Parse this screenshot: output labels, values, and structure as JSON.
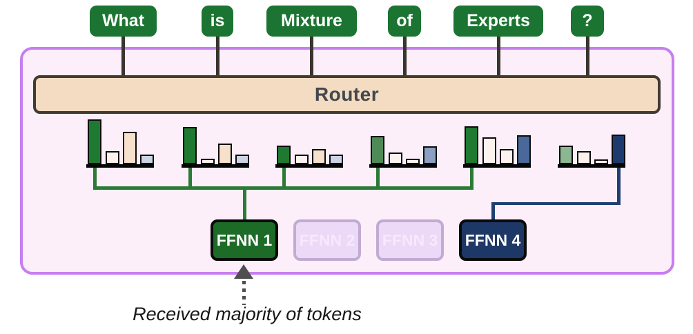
{
  "tokens": [
    {
      "label": "What"
    },
    {
      "label": "is"
    },
    {
      "label": "Mixture"
    },
    {
      "label": "of"
    },
    {
      "label": "Experts"
    },
    {
      "label": "?"
    }
  ],
  "router": {
    "label": "Router"
  },
  "router_distributions": [
    {
      "token": "What",
      "routes_to": "FFNN 1",
      "connector_color": "green",
      "drop_bar": 0,
      "bars": [
        {
          "expert": "FFNN 1",
          "value": 1.0,
          "color": "green_dark"
        },
        {
          "expert": "FFNN 2",
          "value": 0.29,
          "color": "cream"
        },
        {
          "expert": "FFNN 3",
          "value": 0.72,
          "color": "peach"
        },
        {
          "expert": "FFNN 4",
          "value": 0.21,
          "color": "blue_light"
        }
      ]
    },
    {
      "token": "is",
      "routes_to": "FFNN 1",
      "connector_color": "green",
      "drop_bar": 0,
      "bars": [
        {
          "expert": "FFNN 1",
          "value": 0.83,
          "color": "green_dark"
        },
        {
          "expert": "FFNN 2",
          "value": 0.12,
          "color": "cream"
        },
        {
          "expert": "FFNN 3",
          "value": 0.46,
          "color": "peach"
        },
        {
          "expert": "FFNN 4",
          "value": 0.22,
          "color": "blue_light"
        }
      ]
    },
    {
      "token": "Mixture",
      "routes_to": "FFNN 1",
      "connector_color": "green",
      "drop_bar": 0,
      "bars": [
        {
          "expert": "FFNN 1",
          "value": 0.42,
          "color": "green_dark"
        },
        {
          "expert": "FFNN 2",
          "value": 0.21,
          "color": "cream"
        },
        {
          "expert": "FFNN 3",
          "value": 0.34,
          "color": "peach"
        },
        {
          "expert": "FFNN 4",
          "value": 0.21,
          "color": "blue_light"
        }
      ]
    },
    {
      "token": "of",
      "routes_to": "FFNN 1",
      "connector_color": "green",
      "drop_bar": 0,
      "bars": [
        {
          "expert": "FFNN 1",
          "value": 0.63,
          "color": "green_mid"
        },
        {
          "expert": "FFNN 2",
          "value": 0.26,
          "color": "cream"
        },
        {
          "expert": "FFNN 3",
          "value": 0.12,
          "color": "cream"
        },
        {
          "expert": "FFNN 4",
          "value": 0.4,
          "color": "blue_mid"
        }
      ]
    },
    {
      "token": "Experts",
      "routes_to": "FFNN 1",
      "connector_color": "green",
      "drop_bar": 0,
      "bars": [
        {
          "expert": "FFNN 1",
          "value": 0.85,
          "color": "green_dark"
        },
        {
          "expert": "FFNN 2",
          "value": 0.6,
          "color": "cream"
        },
        {
          "expert": "FFNN 3",
          "value": 0.34,
          "color": "cream"
        },
        {
          "expert": "FFNN 4",
          "value": 0.65,
          "color": "blue_strong"
        }
      ]
    },
    {
      "token": "?",
      "routes_to": "FFNN 4",
      "connector_color": "navy",
      "drop_bar": 3,
      "bars": [
        {
          "expert": "FFNN 1",
          "value": 0.42,
          "color": "green_light"
        },
        {
          "expert": "FFNN 2",
          "value": 0.29,
          "color": "cream"
        },
        {
          "expert": "FFNN 3",
          "value": 0.11,
          "color": "cream"
        },
        {
          "expert": "FFNN 4",
          "value": 0.66,
          "color": "navy"
        }
      ]
    }
  ],
  "experts": [
    {
      "label": "FFNN 1",
      "state": "selected",
      "accent": "green"
    },
    {
      "label": "FFNN 2",
      "state": "inactive",
      "accent": "lavender"
    },
    {
      "label": "FFNN 3",
      "state": "inactive",
      "accent": "lavender"
    },
    {
      "label": "FFNN 4",
      "state": "selected",
      "accent": "navy"
    }
  ],
  "caption": "Received majority of tokens",
  "colors": {
    "token_fill": "#1b7431",
    "stem_color": "#3a342e",
    "container_fill": "#fdeffa",
    "container_border": "#c77ef0",
    "router_fill": "#f3dcc1",
    "router_border": "#433a33",
    "router_text": "#44474f",
    "green_dark": "#1e7a30",
    "green_mid": "#4e8a57",
    "green_light": "#8db790",
    "cream": "#fcf2ee",
    "peach": "#f7e1cc",
    "blue_light": "#ccd4e4",
    "blue_mid": "#8da0c4",
    "blue_strong": "#4b689c",
    "navy": "#1c3a6d",
    "connector_green": "#2b7a35",
    "connector_navy": "#1f3f72",
    "ffnn1_fill": "#1c6b27",
    "ffnn4_fill": "#1d3766",
    "ffnn_inactive_fill": "#ecd8f7",
    "ffnn_inactive_border": "#c2abd1",
    "ffnn_inactive_text": "#f7e9fc",
    "arrow_color": "#4f4f4f"
  }
}
